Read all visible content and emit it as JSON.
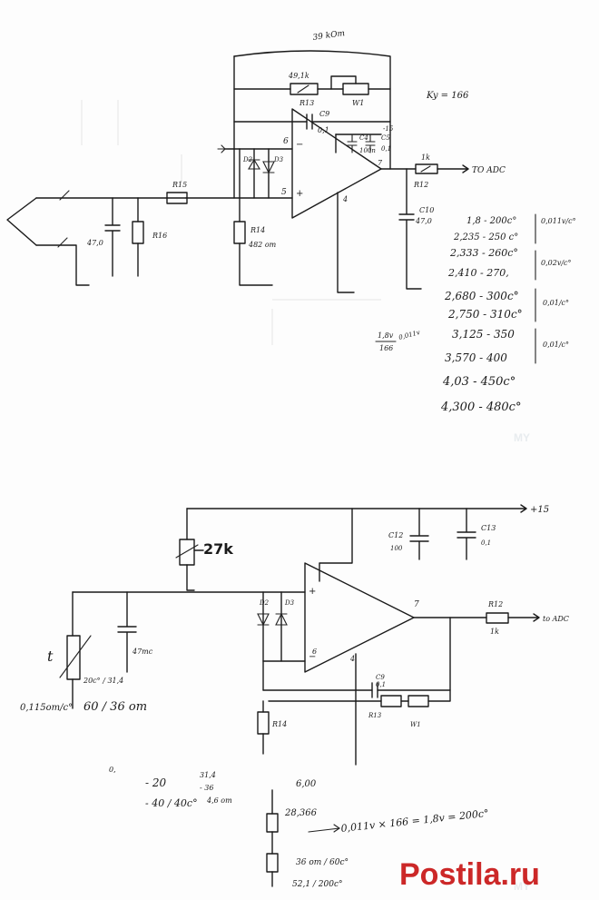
{
  "top": {
    "feedback_label": "39 kOm",
    "r13_value": "49,1k",
    "r13_label": "R13",
    "w1_label": "W1",
    "c9_label": "C9",
    "c9_value": "0,1",
    "ky": "Ky = 166",
    "pin6": "6",
    "pin5": "5",
    "pin7": "7",
    "pin4": "4",
    "c14": "C4",
    "c14_value": "100n",
    "c15": "C5",
    "c15_value": "0,1",
    "minus15": "-15",
    "d2": "D2",
    "d3": "D3",
    "r14": "R14",
    "r14_value": "482 om",
    "r15": "R15",
    "r16": "R16",
    "c_in_value": "47,0",
    "r12_value": "1k",
    "r12_label": "R12",
    "to_adc": "TO ADC",
    "c10": "C10",
    "c10_value": "47,0",
    "formula_num": "1,8v",
    "formula_den": "166",
    "formula_result": "0,011v",
    "table": [
      {
        "row": "1,8 - 200c°"
      },
      {
        "row": "2,235 - 250 c°"
      },
      {
        "row": "2,333 - 260c°"
      },
      {
        "row": "2,410 - 270,"
      },
      {
        "row": "2,680 - 300c°"
      },
      {
        "row": "2,750 - 310c°"
      },
      {
        "row": "3,125 - 350"
      },
      {
        "row": "3,570 - 400"
      },
      {
        "row": "4,03 - 450c°"
      },
      {
        "row": "4,300 - 480c°"
      }
    ],
    "slopes": [
      "0,011v/c°",
      "0,02v/c°",
      "0,01/c°",
      "0,01/c°"
    ]
  },
  "bottom": {
    "plus15": "+15",
    "c12": "C12",
    "c12_value": "100",
    "c13": "C13",
    "c13_value": "0,1",
    "pot_label": "27k",
    "pin7": "7",
    "pin4": "4",
    "pin6": "6",
    "d2": "D2",
    "d3": "D3",
    "r12": "R12",
    "r12_value": "1k",
    "to_adc": "to ADC",
    "c9": "C9",
    "c9_value": "0,1",
    "r13": "R13",
    "w1": "W1",
    "r14": "R14",
    "cap_value": "47mc",
    "thermistor_symbol": "t",
    "sensor_slope": "0,115om/c°",
    "sensor_a": "20c° / 31,4",
    "sensor_b": "60 / 36 om",
    "note_a": "- 20",
    "note_b": "- 40 / 40c°",
    "note_c": "31,4",
    "note_d": "- 36",
    "note_e": "4,6 om",
    "note_zero": "0,",
    "div_top": "6,00",
    "div_mid": "28,366",
    "div_bot": "36 om / 60c°",
    "div_last": "52,1 / 200c°",
    "equation": "0,011v × 166 = 1,8v = 200c°"
  },
  "watermarks": {
    "my1": "MY",
    "my2": "MY",
    "site": "Postila.ru"
  }
}
